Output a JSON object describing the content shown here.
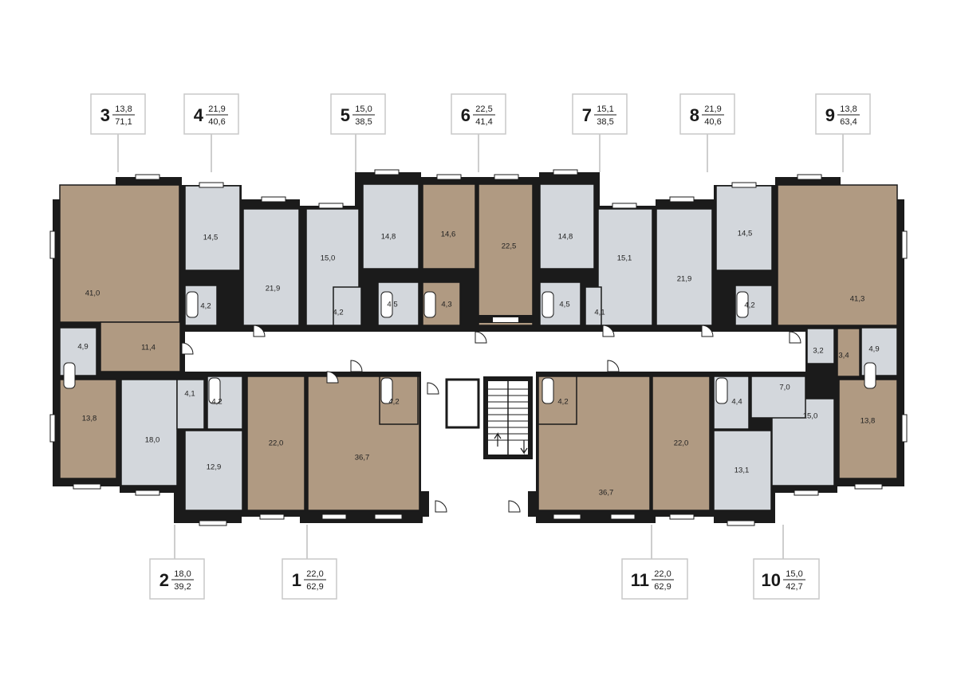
{
  "colors": {
    "wall": "#1b1b1b",
    "room_selected": "#b09a82",
    "room_other": "#d3d7dc",
    "corridor": "#ffffff",
    "window": "#ffffff"
  },
  "apartments": [
    {
      "number": "3",
      "living": "13,8",
      "total": "71,1"
    },
    {
      "number": "4",
      "living": "21,9",
      "total": "40,6"
    },
    {
      "number": "5",
      "living": "15,0",
      "total": "38,5"
    },
    {
      "number": "6",
      "living": "22,5",
      "total": "41,4"
    },
    {
      "number": "7",
      "living": "15,1",
      "total": "38,5"
    },
    {
      "number": "8",
      "living": "21,9",
      "total": "40,6"
    },
    {
      "number": "9",
      "living": "13,8",
      "total": "63,4"
    },
    {
      "number": "2",
      "living": "18,0",
      "total": "39,2"
    },
    {
      "number": "1",
      "living": "22,0",
      "total": "62,9"
    },
    {
      "number": "11",
      "living": "22,0",
      "total": "62,9"
    },
    {
      "number": "10",
      "living": "15,0",
      "total": "42,7"
    }
  ],
  "rooms": [
    {
      "id": "a3-living",
      "apt": "3",
      "area": "41,0"
    },
    {
      "id": "a3-hall",
      "apt": "3",
      "area": "11,4"
    },
    {
      "id": "a3-bath",
      "apt": "3",
      "area": "4,9"
    },
    {
      "id": "a3-bedroom",
      "apt": "3",
      "area": "13,8"
    },
    {
      "id": "a4-kitchen",
      "apt": "4",
      "area": "14,5"
    },
    {
      "id": "a4-room",
      "apt": "4",
      "area": "21,9"
    },
    {
      "id": "a4-bath",
      "apt": "4",
      "area": "4,2"
    },
    {
      "id": "a5-room",
      "apt": "5",
      "area": "15,0"
    },
    {
      "id": "a5-kitchen",
      "apt": "5",
      "area": "14,8"
    },
    {
      "id": "a5-hall",
      "apt": "5",
      "area": "4,2"
    },
    {
      "id": "a5-bath",
      "apt": "5",
      "area": "4,5"
    },
    {
      "id": "a6-kitchen",
      "apt": "6",
      "area": "14,6"
    },
    {
      "id": "a6-room",
      "apt": "6",
      "area": "22,5"
    },
    {
      "id": "a6-bath",
      "apt": "6",
      "area": "4,3"
    },
    {
      "id": "a7-kitchen",
      "apt": "7",
      "area": "14,8"
    },
    {
      "id": "a7-room",
      "apt": "7",
      "area": "15,1"
    },
    {
      "id": "a7-bath",
      "apt": "7",
      "area": "4,5"
    },
    {
      "id": "a7-hall",
      "apt": "7",
      "area": "4,1"
    },
    {
      "id": "a8-room",
      "apt": "8",
      "area": "21,9"
    },
    {
      "id": "a8-kitchen",
      "apt": "8",
      "area": "14,5"
    },
    {
      "id": "a8-bath",
      "apt": "8",
      "area": "4,2"
    },
    {
      "id": "a9-living",
      "apt": "9",
      "area": "41,3"
    },
    {
      "id": "a9-storage",
      "apt": "9",
      "area": "3,2"
    },
    {
      "id": "a9-hall",
      "apt": "9",
      "area": "3,4"
    },
    {
      "id": "a9-bath",
      "apt": "9",
      "area": "4,9"
    },
    {
      "id": "a9-bedroom",
      "apt": "9",
      "area": "13,8"
    },
    {
      "id": "a2-room",
      "apt": "2",
      "area": "18,0"
    },
    {
      "id": "a2-hall",
      "apt": "2",
      "area": "4,1"
    },
    {
      "id": "a2-bath",
      "apt": "2",
      "area": "4,2"
    },
    {
      "id": "a2-kitchen",
      "apt": "2",
      "area": "12,9"
    },
    {
      "id": "a1-room",
      "apt": "1",
      "area": "22,0"
    },
    {
      "id": "a1-living",
      "apt": "1",
      "area": "36,7"
    },
    {
      "id": "a1-bath",
      "apt": "1",
      "area": "4,2"
    },
    {
      "id": "a11-bath",
      "apt": "11",
      "area": "4,2"
    },
    {
      "id": "a11-living",
      "apt": "11",
      "area": "36,7"
    },
    {
      "id": "a11-room",
      "apt": "11",
      "area": "22,0"
    },
    {
      "id": "a10-bath",
      "apt": "10",
      "area": "4,4"
    },
    {
      "id": "a10-hall",
      "apt": "10",
      "area": "7,0"
    },
    {
      "id": "a10-room",
      "apt": "10",
      "area": "15,0"
    },
    {
      "id": "a10-kitchen",
      "apt": "10",
      "area": "13,1"
    }
  ]
}
